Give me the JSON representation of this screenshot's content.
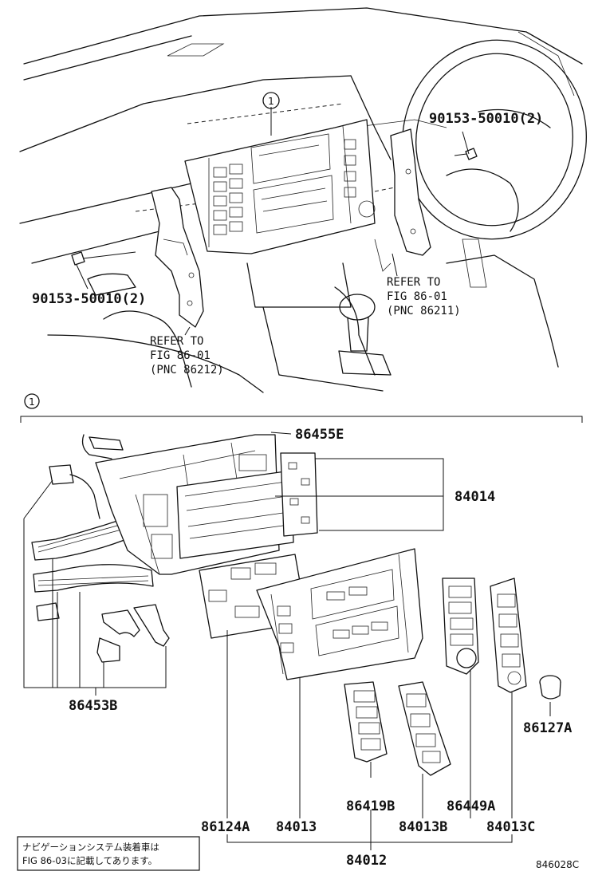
{
  "callout_marker": "1",
  "top_view": {
    "bolt_right": "90153-50010(2)",
    "bolt_left": "90153-50010(2)",
    "refer_right": [
      "REFER TO",
      "FIG 86-01",
      "(PNC  86211)"
    ],
    "refer_left": [
      "REFER TO",
      "FIG 86-01",
      "(PNC  86212)"
    ]
  },
  "parts": {
    "p86455E": "86455E",
    "p84014": "84014",
    "p86453B": "86453B",
    "p86127A": "86127A",
    "p86419B": "86419B",
    "p86449A": "86449A",
    "p86124A": "86124A",
    "p84013": "84013",
    "p84013B": "84013B",
    "p84013C": "84013C",
    "p84012": "84012"
  },
  "note_lines": [
    "ナビゲーションシステム装着車は",
    "FIG 86-03に記載してあります。"
  ],
  "figure_code": "846028C"
}
